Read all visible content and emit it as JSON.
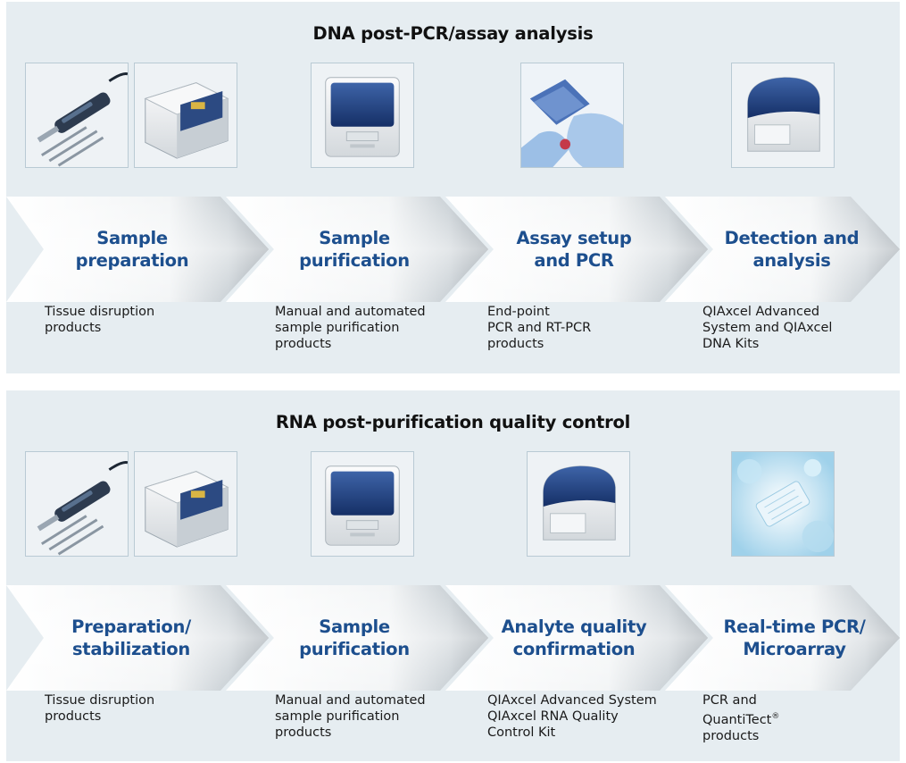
{
  "panels": [
    {
      "title": "DNA post-PCR/assay analysis",
      "thumbnails": [
        "homogenizer-handheld",
        "bead-mill-instrument",
        "purification-instrument",
        "gloved-hands-pipetting",
        "qiaxcel-instrument"
      ],
      "steps": [
        {
          "label": "Sample preparation",
          "description": "Tissue disruption\nproducts"
        },
        {
          "label": "Sample\npurification",
          "description": "Manual and automated\nsample purification\nproducts"
        },
        {
          "label": "Assay setup\nand PCR",
          "description": "End-point\nPCR and RT-PCR\nproducts"
        },
        {
          "label": "Detection and\nanalysis",
          "description": "QIAxcel Advanced\nSystem and QIAxcel\nDNA Kits"
        }
      ]
    },
    {
      "title": "RNA post-purification quality control",
      "thumbnails": [
        "homogenizer-handheld",
        "bead-mill-instrument",
        "purification-instrument",
        "qiaxcel-instrument",
        "microarray-chip"
      ],
      "steps": [
        {
          "label": "Preparation/\nstabilization",
          "description": "Tissue disruption\nproducts"
        },
        {
          "label": "Sample\npurification",
          "description": "Manual and automated\nsample purification\nproducts"
        },
        {
          "label": "Analyte quality\nconfirmation",
          "description": "QIAxcel Advanced System\nQIAxcel RNA Quality\nControl Kit"
        },
        {
          "label": "Real-time PCR/\nMicroarray",
          "description_lines": [
            "PCR and",
            "QuantiTect",
            "products"
          ],
          "description_superscript": "®"
        }
      ]
    }
  ],
  "colors": {
    "panel_bg": "#e6edf1",
    "step_label": "#1d4f8e",
    "chevron_light": "#ffffff",
    "chevron_shade": "#9ea8b0"
  }
}
